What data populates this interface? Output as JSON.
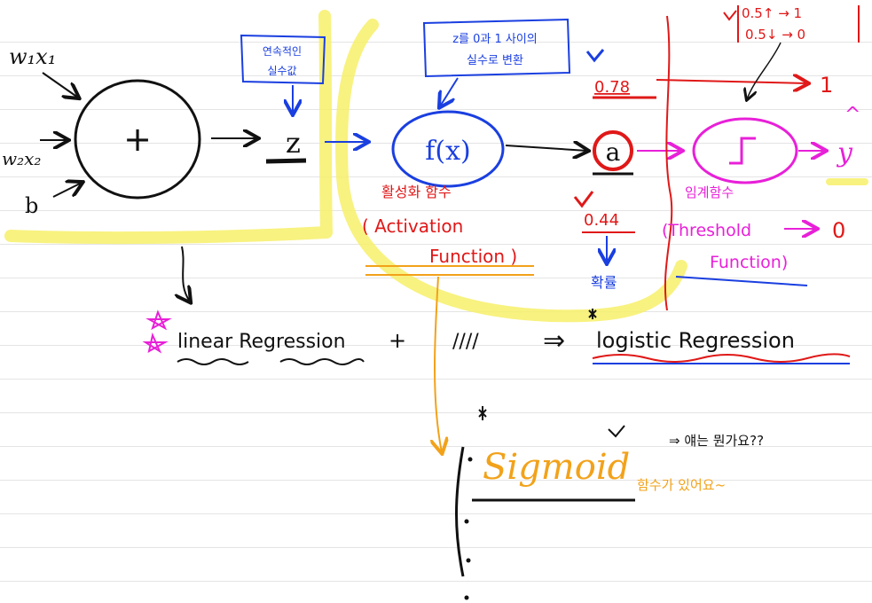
{
  "inputs": {
    "w1x1": "w₁x₁",
    "w2x2": "w₂x₂",
    "bias": "b"
  },
  "summation": {
    "symbol": "+"
  },
  "z_node": {
    "label": "z",
    "note_line1": "연속적인",
    "note_line2": "실수값"
  },
  "activation": {
    "label": "f(x)",
    "note_line1": "z를 0과 1 사이의",
    "note_line2": "실수로 변환",
    "korean": "활성화 함수",
    "english_line1": "( Activation",
    "english_line2": "Function )"
  },
  "output_a": {
    "label": "a",
    "example_high": "0.78",
    "example_low": "0.44",
    "prob": "확률"
  },
  "threshold": {
    "korean": "임계함수",
    "english_line1": "(Threshold",
    "english_line2": "Function)",
    "rule_line1": "0.5↑ → 1",
    "rule_line2": "0.5↓ → 0",
    "out_one": "1",
    "out_zero": "0"
  },
  "y_hat": {
    "label": "y",
    "hat": "^"
  },
  "equation": {
    "linear": "linear Regression",
    "plus": "+",
    "slashes": "////",
    "arrow": "⇒",
    "logistic": "logistic Regression"
  },
  "sigmoid": {
    "label": "Sigmoid",
    "suffix": "함수가 있어요~",
    "question": "⇒ 얘는 뭔가요??"
  },
  "colors": {
    "black": "#111111",
    "blue": "#1a3fe0",
    "red": "#e01818",
    "magenta": "#e820d8",
    "orange": "#f2a21a",
    "yellow": "#f7f06a"
  }
}
